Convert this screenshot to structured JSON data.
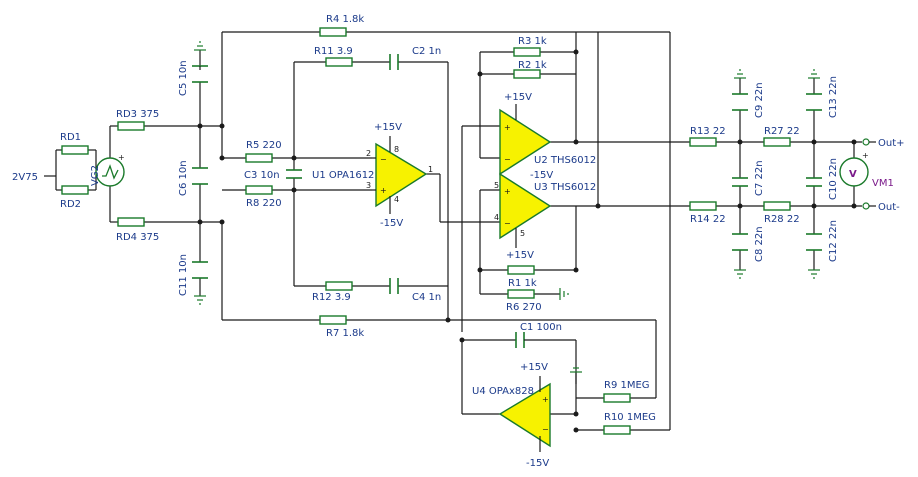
{
  "components": {
    "rd1": "RD1",
    "rd2": "RD2",
    "rd3": "RD3 375",
    "rd4": "RD4 375",
    "vg2": "VG2",
    "vin": "2V75",
    "c5": "C5 10n",
    "c6": "C6 10n",
    "c11": "C11 10n",
    "r4": "R4 1.8k",
    "r11": "R11 3.9",
    "c2": "C2 1n",
    "r5": "R5 220",
    "c3": "C3 10n",
    "r8": "R8 220",
    "u1": "U1 OPA1612",
    "r12": "R12 3.9",
    "c4": "C4 1n",
    "r7": "R7 1.8k",
    "r3": "R3 1k",
    "r2": "R2 1k",
    "u2": "U2 THS6012",
    "u3": "U3 THS6012",
    "r1": "R1 1k",
    "r6": "R6 270",
    "c1": "C1 100n",
    "u4": "U4 OPAx828",
    "r9": "R9 1MEG",
    "r10": "R10 1MEG",
    "r13": "R13 22",
    "r14": "R14 22",
    "r27": "R27 22",
    "r28": "R28 22",
    "c9": "C9 22n",
    "c7": "C7 22n",
    "c8": "C8 22n",
    "c13": "C13 22n",
    "c10": "C10 22n",
    "c12": "C12 22n",
    "vm1": "VM1",
    "vm_symbol": "V"
  },
  "supplies": {
    "u1_pos": "+15V",
    "u1_neg": "-15V",
    "u2_pos": "+15V",
    "u3_neg": "-15V",
    "u3_pos": "+15V",
    "u4_pos": "+15V",
    "u4_neg": "-15V"
  },
  "pins": {
    "p2": "2",
    "p3": "3",
    "p1": "1",
    "p4": "4",
    "p5": "5",
    "p8": "8",
    "p4b": "4",
    "p5b": "5"
  },
  "outputs": {
    "out_plus": "Out+",
    "out_minus": "Out-"
  }
}
